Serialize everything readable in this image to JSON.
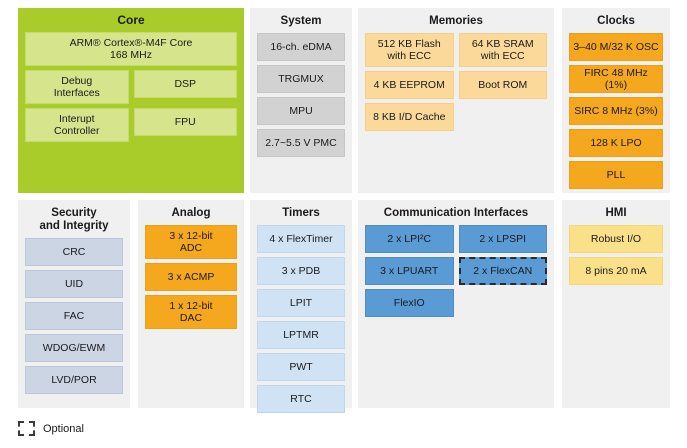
{
  "diagram": {
    "legend": {
      "swatch_icon": "dashed-square-icon",
      "label": "Optional"
    },
    "panels": [
      {
        "id": "core",
        "title": "Core",
        "layout": "grid2",
        "items": [
          {
            "label": "ARM® Cortex®-M4F Core\n168 MHz",
            "span": 2,
            "style": "c-core",
            "optional": false
          },
          {
            "label": "Debug\nInterfaces",
            "style": "c-core",
            "optional": false
          },
          {
            "label": "DSP",
            "style": "c-core",
            "optional": false
          },
          {
            "label": "Interupt\nController",
            "style": "c-core",
            "optional": false
          },
          {
            "label": "FPU",
            "style": "c-core",
            "optional": false
          }
        ]
      },
      {
        "id": "system",
        "title": "System",
        "layout": "column",
        "items": [
          {
            "label": "16-ch. eDMA",
            "style": "c-gray",
            "optional": false
          },
          {
            "label": "TRGMUX",
            "style": "c-gray",
            "optional": false
          },
          {
            "label": "MPU",
            "style": "c-gray",
            "optional": false
          },
          {
            "label": "2.7~5.5 V PMC",
            "style": "c-gray",
            "optional": false
          }
        ]
      },
      {
        "id": "memories",
        "title": "Memories",
        "layout": "grid2",
        "items": [
          {
            "label": "512 KB Flash\nwith ECC",
            "style": "c-memory",
            "optional": false
          },
          {
            "label": "64 KB SRAM\nwith ECC",
            "style": "c-memory",
            "optional": false
          },
          {
            "label": "4 KB EEPROM",
            "style": "c-memory",
            "optional": false
          },
          {
            "label": "Boot ROM",
            "style": "c-memory",
            "optional": false
          },
          {
            "label": "8 KB I/D Cache",
            "style": "c-memory",
            "optional": false
          }
        ]
      },
      {
        "id": "clocks",
        "title": "Clocks",
        "layout": "column",
        "items": [
          {
            "label": "3–40 M/32 K OSC",
            "style": "c-orange",
            "optional": false
          },
          {
            "label": "FIRC 48 MHz (1%)",
            "style": "c-orange",
            "optional": false
          },
          {
            "label": "SIRC 8 MHz (3%)",
            "style": "c-orange",
            "optional": false
          },
          {
            "label": "128 K LPO",
            "style": "c-orange",
            "optional": false
          },
          {
            "label": "PLL",
            "style": "c-orange",
            "optional": false
          }
        ]
      },
      {
        "id": "security",
        "title": "Security\nand Integrity",
        "layout": "column",
        "items": [
          {
            "label": "CRC",
            "style": "c-bluegray",
            "optional": false
          },
          {
            "label": "UID",
            "style": "c-bluegray",
            "optional": false
          },
          {
            "label": "FAC",
            "style": "c-bluegray",
            "optional": false
          },
          {
            "label": "WDOG/EWM",
            "style": "c-bluegray",
            "optional": false
          },
          {
            "label": "LVD/POR",
            "style": "c-bluegray",
            "optional": false
          }
        ]
      },
      {
        "id": "analog",
        "title": "Analog",
        "layout": "column",
        "items": [
          {
            "label": "3 x 12-bit\nADC",
            "style": "c-orange",
            "optional": false
          },
          {
            "label": "3 x ACMP",
            "style": "c-orange",
            "optional": false
          },
          {
            "label": "1 x 12-bit\nDAC",
            "style": "c-orange",
            "optional": false
          }
        ]
      },
      {
        "id": "timers",
        "title": "Timers",
        "layout": "column",
        "items": [
          {
            "label": "4 x FlexTimer",
            "style": "c-ltblue",
            "optional": false
          },
          {
            "label": "3 x PDB",
            "style": "c-ltblue",
            "optional": false
          },
          {
            "label": "LPIT",
            "style": "c-ltblue",
            "optional": false
          },
          {
            "label": "LPTMR",
            "style": "c-ltblue",
            "optional": false
          },
          {
            "label": "PWT",
            "style": "c-ltblue",
            "optional": false
          },
          {
            "label": "RTC",
            "style": "c-ltblue",
            "optional": false
          }
        ]
      },
      {
        "id": "communication",
        "title": "Communication Interfaces",
        "layout": "grid2",
        "items": [
          {
            "label": "2 x LPI²C",
            "style": "c-blue",
            "optional": false
          },
          {
            "label": "2 x LPSPI",
            "style": "c-blue",
            "optional": false
          },
          {
            "label": "3 x LPUART",
            "style": "c-blue",
            "optional": false
          },
          {
            "label": "2 x FlexCAN",
            "style": "c-blue",
            "optional": true
          },
          {
            "label": "FlexIO",
            "style": "c-blue",
            "optional": false
          }
        ]
      },
      {
        "id": "hmi",
        "title": "HMI",
        "layout": "column",
        "items": [
          {
            "label": "Robust I/O",
            "style": "c-yellow",
            "optional": false
          },
          {
            "label": "8 pins 20 mA",
            "style": "c-yellow",
            "optional": false
          }
        ]
      }
    ]
  }
}
